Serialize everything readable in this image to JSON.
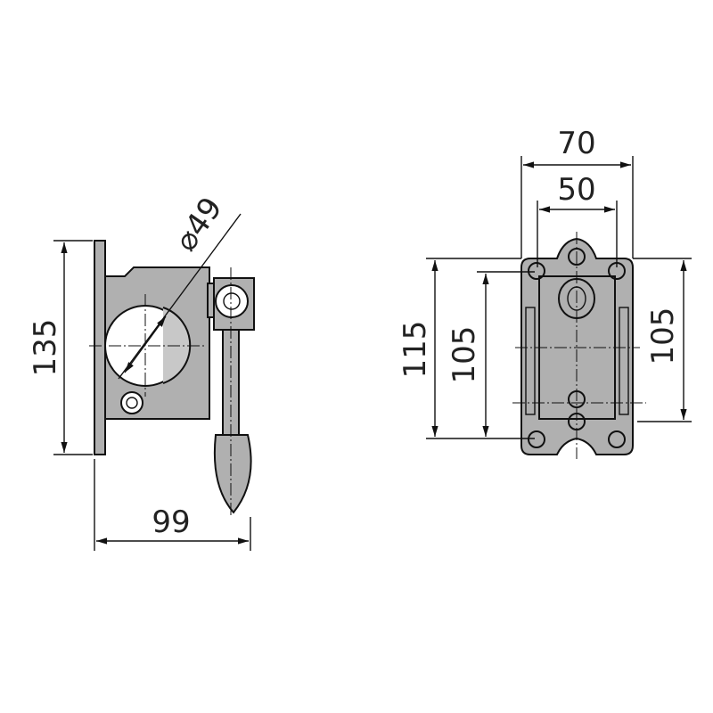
{
  "side_view": {
    "height_label": "135",
    "width_label": "99",
    "diameter_label": "⌀49"
  },
  "front_view": {
    "outer_width_label": "70",
    "inner_width_label": "50",
    "total_height_label": "115",
    "left_hole_spacing_label": "105",
    "right_hole_spacing_label": "105"
  },
  "colors": {
    "part_fill": "#b0b0b0",
    "line": "#111111"
  }
}
